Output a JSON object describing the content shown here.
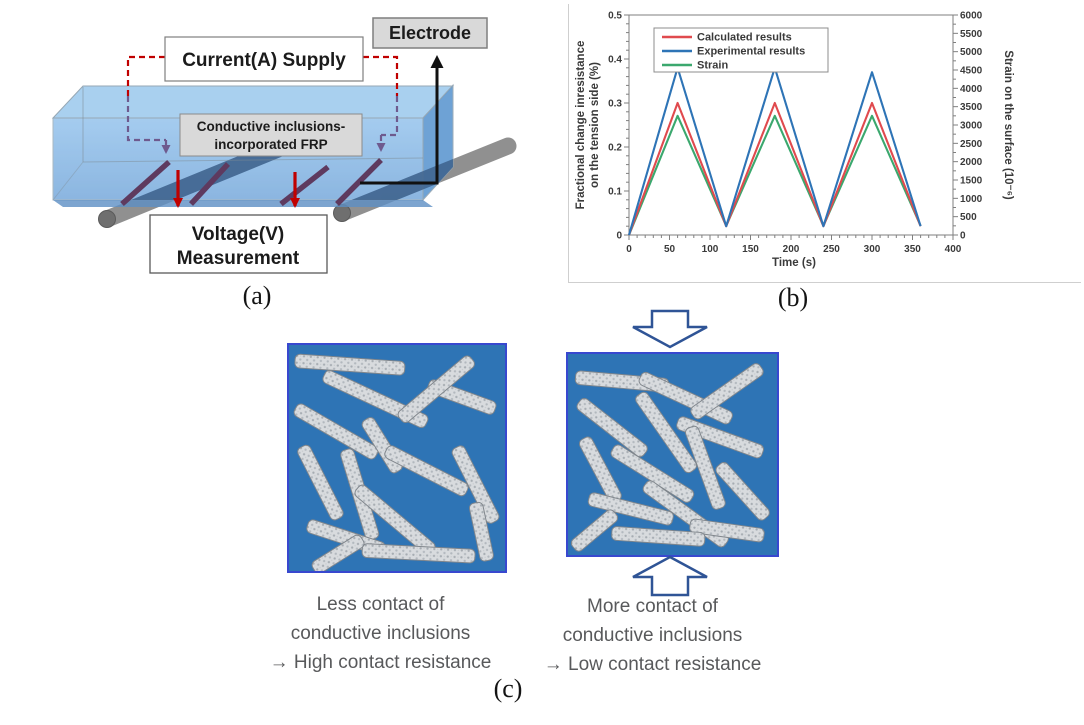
{
  "figure": {
    "panel_a": {
      "caption": "(a)",
      "labels": {
        "current_supply": "Current(A) Supply",
        "electrode": "Electrode",
        "frp_lines": [
          "Conductive inclusions-",
          "incorporated FRP"
        ],
        "voltage_lines": [
          "Voltage(V)",
          "Measurement"
        ]
      },
      "colors": {
        "beam_top": "#A9D0EF",
        "beam_front": "#7FB3E6",
        "beam_side": "#629BD2",
        "electrode_line": "#5E3A5F",
        "wire_red": "#C00000",
        "wire_purple": "#6E5A8E",
        "roller_gray": "#909090",
        "label_fill": "#D9D9D9"
      }
    },
    "panel_b": {
      "caption": "(b)"
    },
    "panel_c": {
      "caption": "(c)",
      "left_label_lines": [
        "Less contact of",
        "conductive inclusions",
        "→ High contact resistance"
      ],
      "right_label_lines": [
        "More contact of",
        "conductive inclusions",
        "→ Low contact resistance"
      ],
      "colors": {
        "matrix_blue": "#2E74B5",
        "square_border": "#3848CF",
        "block_arrow_outline": "#2F5496",
        "text_gray": "#58595B"
      }
    }
  },
  "chart_data": {
    "type": "line",
    "title": "",
    "xlabel": "Time (s)",
    "ylabel_left": "Fractional change inresistance on the tension side (%)",
    "ylabel_left_lines": [
      "Fractional change inresistance",
      "on the tension side (%)"
    ],
    "ylabel_right": "Strain on the surface (10⁻⁶)",
    "xlim": [
      0,
      400
    ],
    "ylim_left": [
      0,
      0.5
    ],
    "ylim_right": [
      0,
      6000
    ],
    "x_ticks": [
      0,
      50,
      100,
      150,
      200,
      250,
      300,
      350,
      400
    ],
    "y_ticks_left": [
      0,
      0.1,
      0.2,
      0.3,
      0.4,
      0.5
    ],
    "y_ticks_right": [
      0,
      500,
      1000,
      1500,
      2000,
      2500,
      3000,
      3500,
      4000,
      4500,
      5000,
      5500,
      6000
    ],
    "x_minor_step": 10,
    "y_left_minor_step": 0.02,
    "y_right_minor_step": 250,
    "grid": false,
    "legend_position": "top-left",
    "series": [
      {
        "name": "Calculated results",
        "color": "#E04A4E",
        "axis": "left",
        "x": [
          0,
          60,
          120,
          180,
          240,
          300,
          360
        ],
        "y": [
          0,
          0.3,
          0.02,
          0.3,
          0.02,
          0.3,
          0.02
        ]
      },
      {
        "name": "Experimental results",
        "color": "#2E74B6",
        "axis": "left",
        "x": [
          0,
          60,
          120,
          180,
          240,
          300,
          360
        ],
        "y": [
          0,
          0.38,
          0.02,
          0.38,
          0.02,
          0.37,
          0.02
        ]
      },
      {
        "name": "Strain",
        "color": "#3BA86E",
        "axis": "right",
        "x": [
          0,
          60,
          120,
          180,
          240,
          300,
          360
        ],
        "y": [
          0,
          3250,
          250,
          3250,
          250,
          3250,
          250
        ]
      }
    ]
  }
}
